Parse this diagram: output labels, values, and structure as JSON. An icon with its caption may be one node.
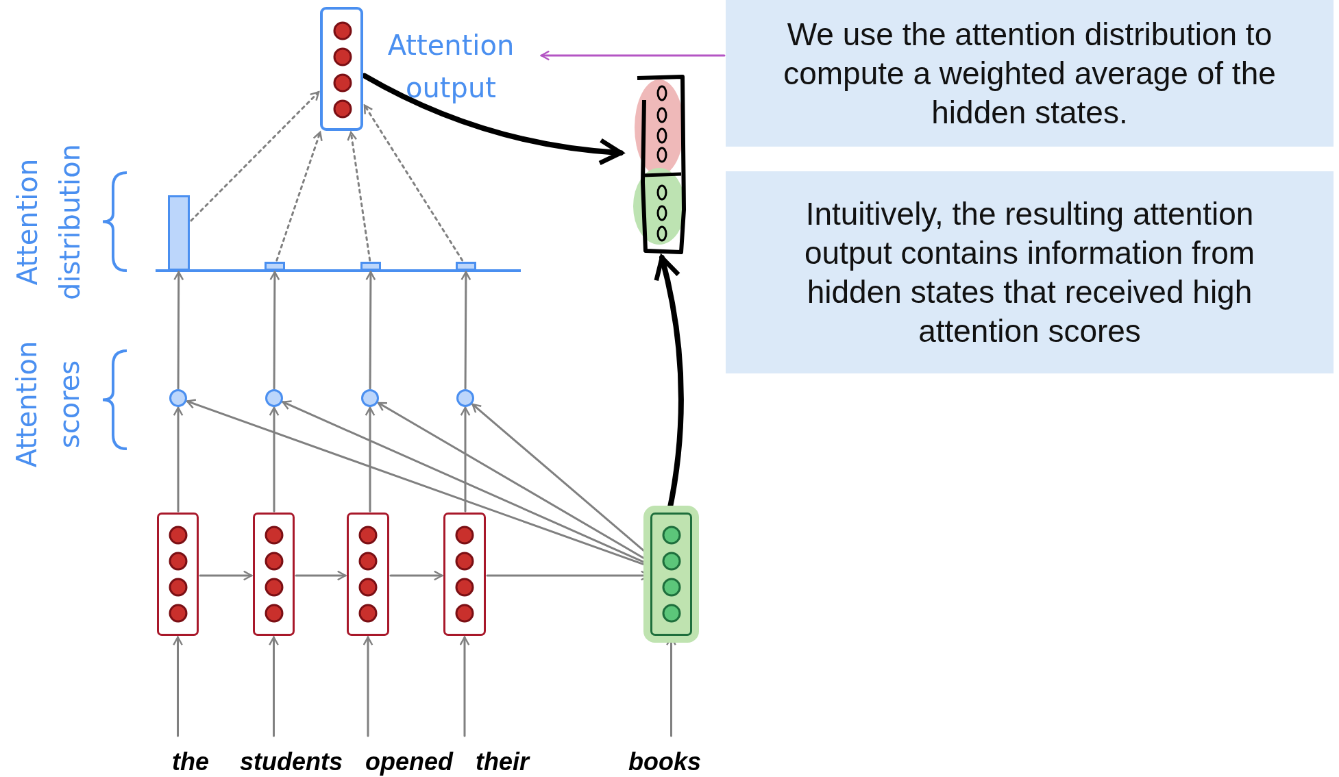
{
  "diagram": {
    "nodes": [
      {
        "text": [],
        "shape": "box"
      },
      {
        "text": [],
        "shape": "picture"
      },
      {
        "text": [
          "We use the attention distribution to compute a weighted average of the hidden states."
        ]
      },
      {
        "text": [
          "Intuitively, the resulting attention output contains information from hidden states that received high attention scores"
        ]
      },
      {
        "text": [],
        "shape": "bar"
      },
      {
        "text": [],
        "shape": "bar"
      },
      {
        "text": [],
        "shape": "bar"
      },
      {
        "text": [],
        "shape": "bar"
      },
      {
        "text": [],
        "shape": "circle"
      },
      {
        "text": [],
        "shape": "circle"
      },
      {
        "text": [],
        "shape": "circle"
      },
      {
        "text": [],
        "shape": "circle"
      },
      {
        "text": [],
        "shape": "box"
      },
      {
        "text": [],
        "shape": "box"
      },
      {
        "text": [],
        "shape": "box"
      },
      {
        "text": [],
        "shape": "box"
      },
      {
        "text": [],
        "shape": "box"
      },
      {
        "text": [
          "the"
        ]
      },
      {
        "text": [
          "students"
        ]
      },
      {
        "text": [
          "opened"
        ]
      },
      {
        "text": [
          "their"
        ]
      },
      {
        "text": [
          "books"
        ]
      }
    ],
    "edges": [
      {
        "from": 17,
        "to": 12,
        "arrow": "to"
      },
      {
        "from": 18,
        "to": 13,
        "arrow": "to"
      },
      {
        "from": 19,
        "to": 14,
        "arrow": "to"
      },
      {
        "from": 20,
        "to": 15,
        "arrow": "to"
      },
      {
        "from": 21,
        "to": 16,
        "arrow": "to"
      },
      {
        "from": 12,
        "to": 13,
        "arrow": "to"
      },
      {
        "from": 13,
        "to": 14,
        "arrow": "to"
      },
      {
        "from": 14,
        "to": 15,
        "arrow": "to"
      },
      {
        "from": 15,
        "to": 16,
        "arrow": "to"
      },
      {
        "from": 12,
        "to": 8,
        "arrow": "to"
      },
      {
        "from": 13,
        "to": 9,
        "arrow": "to"
      },
      {
        "from": 14,
        "to": 10,
        "arrow": "to"
      },
      {
        "from": 15,
        "to": 11,
        "arrow": "to"
      },
      {
        "from": 16,
        "to": 8,
        "arrow": "to"
      },
      {
        "from": 16,
        "to": 9,
        "arrow": "to"
      },
      {
        "from": 16,
        "to": 10,
        "arrow": "to"
      },
      {
        "from": 16,
        "to": 11,
        "arrow": "to"
      },
      {
        "from": 8,
        "to": 4,
        "arrow": "to"
      },
      {
        "from": 9,
        "to": 5,
        "arrow": "to"
      },
      {
        "from": 10,
        "to": 6,
        "arrow": "to"
      },
      {
        "from": 11,
        "to": 7,
        "arrow": "to"
      },
      {
        "from": 4,
        "to": 0,
        "arrow": "to",
        "style": "dashed"
      },
      {
        "from": 5,
        "to": 0,
        "arrow": "to",
        "style": "dashed"
      },
      {
        "from": 6,
        "to": 0,
        "arrow": "to",
        "style": "dashed"
      },
      {
        "from": 7,
        "to": 0,
        "arrow": "to",
        "style": "dashed"
      },
      {
        "from": 0,
        "to": 1,
        "arrow": "to",
        "style": "thick",
        "color": "#000000"
      },
      {
        "from": 16,
        "to": 1,
        "arrow": "to",
        "style": "thick",
        "color": "#000000"
      },
      {
        "from": 2,
        "to": null,
        "arrow": "to",
        "color": "#b455c4"
      }
    ],
    "labels": [
      "Attention output",
      "Attention distribution",
      "Attention scores"
    ]
  }
}
